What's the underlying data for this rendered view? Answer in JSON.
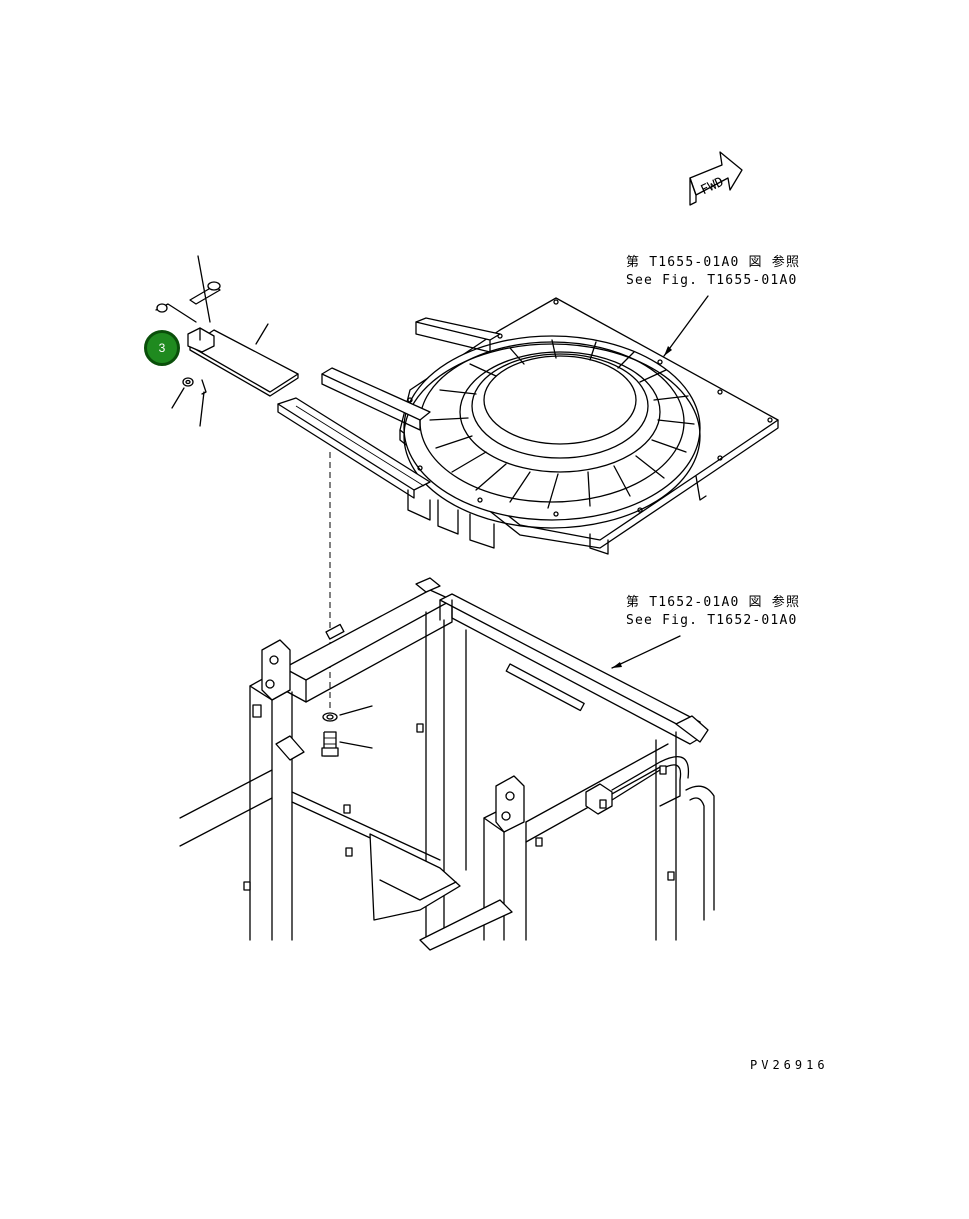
{
  "references": [
    {
      "jp": "第 T1655-01A0 図 参照",
      "en": "See Fig. T1655-01A0"
    },
    {
      "jp": "第 T1652-01A0 図 参照",
      "en": "See Fig. T1652-01A0"
    }
  ],
  "fwd_label": "FWD",
  "callout": {
    "label": "3",
    "color": "#1f8a1f"
  },
  "drawing_number": "PV26916"
}
